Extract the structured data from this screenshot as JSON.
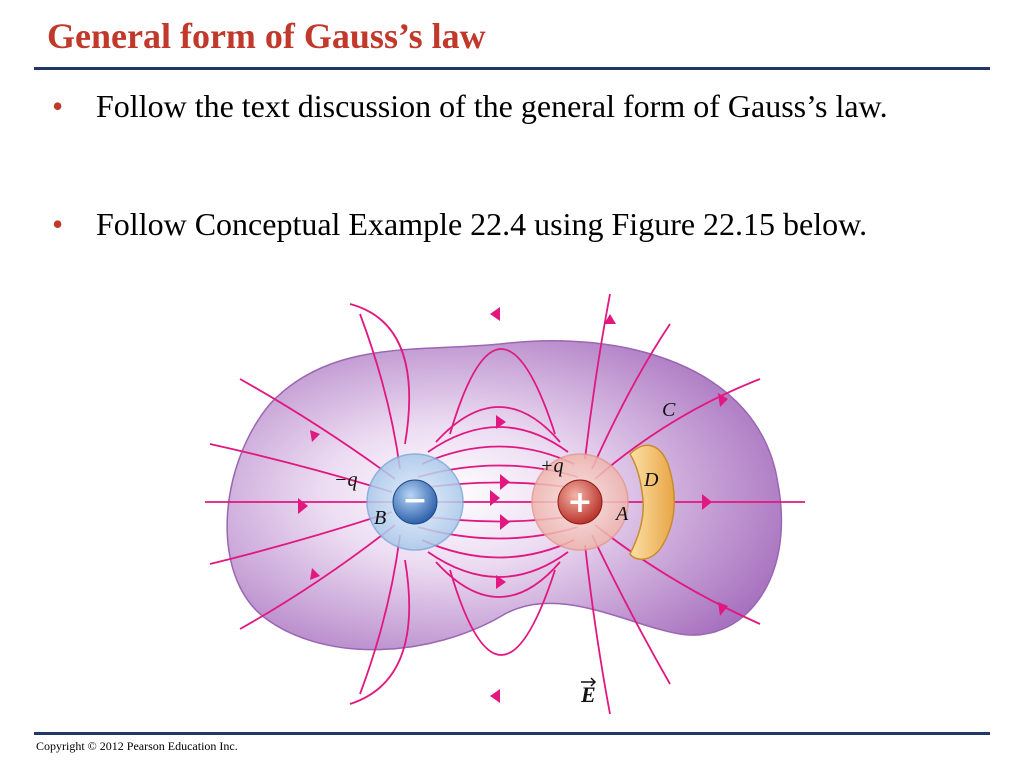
{
  "slide": {
    "title": "General form of Gauss’s law",
    "bullets": [
      "Follow the text discussion of the general form of Gauss’s law.",
      "Follow Conceptual Example 22.4 using Figure 22.15 below."
    ],
    "bullet_marker": "•"
  },
  "figure": {
    "labels": {
      "C": "C",
      "minus_q": "−q",
      "plus_q": "+q",
      "D": "D",
      "A": "A",
      "B": "B",
      "E": "E"
    },
    "charge_signs": {
      "negative": "−",
      "positive": "+"
    },
    "colors": {
      "surface": "#b887cc",
      "field_lines": "#e0187f",
      "negative_sphere": "#4a82c8",
      "positive_sphere": "#d2463c",
      "surface_D": "#f4c06a"
    }
  },
  "footer": {
    "copyright": "Copyright © 2012 Pearson Education Inc."
  }
}
